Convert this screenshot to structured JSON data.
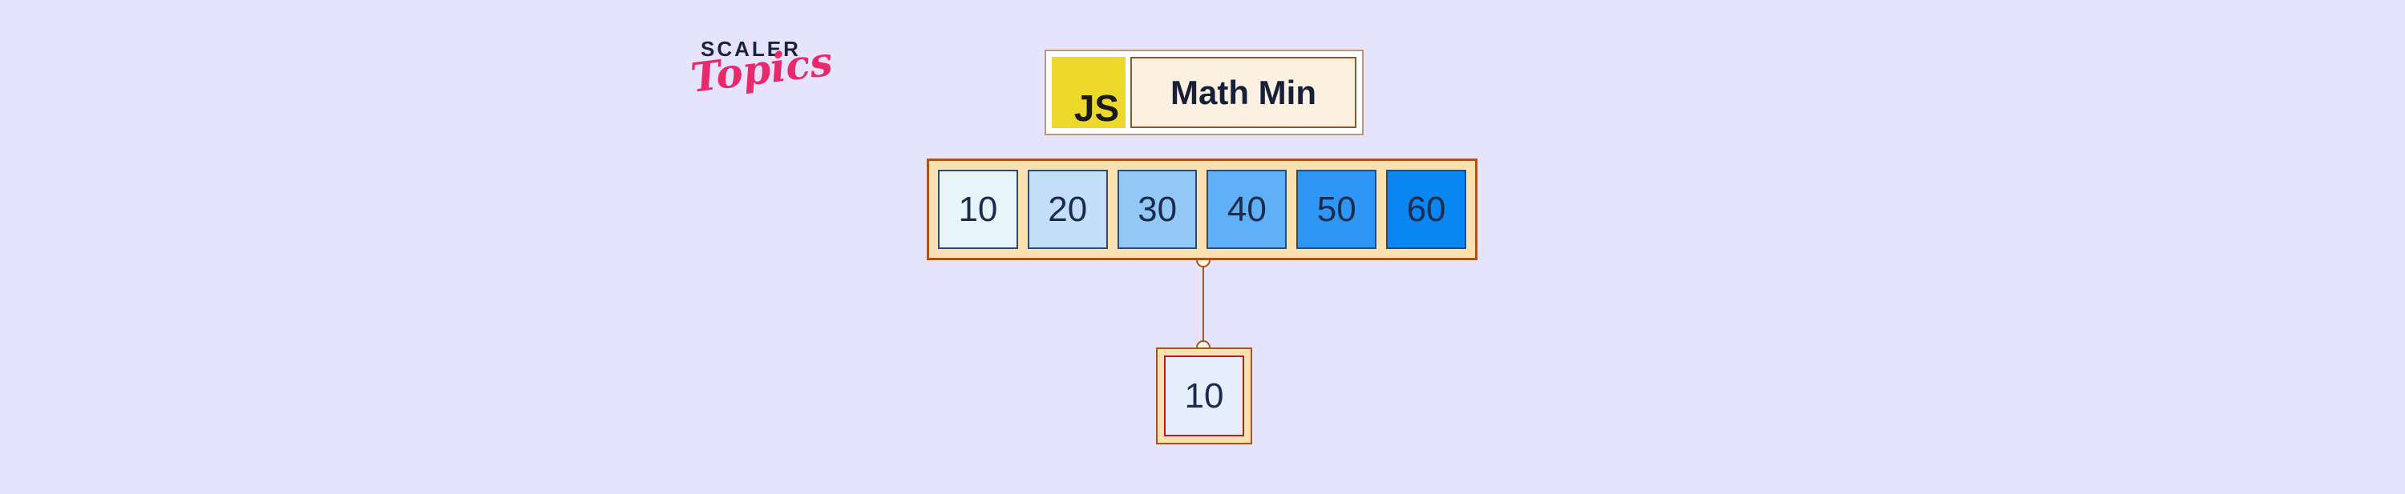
{
  "page": {
    "bg": "#e6e3fc"
  },
  "logo": {
    "brand": "SCALER",
    "sub": "Topics",
    "brand_color": "#1b2140",
    "sub_color": "#e8296b"
  },
  "header": {
    "js_badge_label": "JS",
    "title": "Math Min",
    "js_bg": "#edd929",
    "js_text_color": "#1a1a1a",
    "panel_bg": "#ffffff",
    "panel_border": "#bb9678",
    "title_bg": "#fcf1e0",
    "title_border": "#8a5a2e",
    "title_color": "#16203a"
  },
  "array": {
    "container_bg": "#fbe0b0",
    "container_border": "#a3571f",
    "cell_border": "#2e4a6e",
    "text_color": "#1b2b4d",
    "cells": [
      {
        "value": "10",
        "bg": "#e8f4fc"
      },
      {
        "value": "20",
        "bg": "#c2def8"
      },
      {
        "value": "30",
        "bg": "#93c7f5"
      },
      {
        "value": "40",
        "bg": "#5fb0f7"
      },
      {
        "value": "50",
        "bg": "#2e96f5"
      },
      {
        "value": "60",
        "bg": "#0986f2"
      }
    ]
  },
  "connector": {
    "line_color": "#a3571f",
    "node_fill": "#fdf5df",
    "node_border": "#a3571f"
  },
  "result": {
    "value": "10",
    "outer_bg": "#fbe0b0",
    "outer_border": "#a3571f",
    "inner_bg": "#e4effb",
    "inner_border": "#b01f24",
    "text_color": "#1b2b4d"
  }
}
